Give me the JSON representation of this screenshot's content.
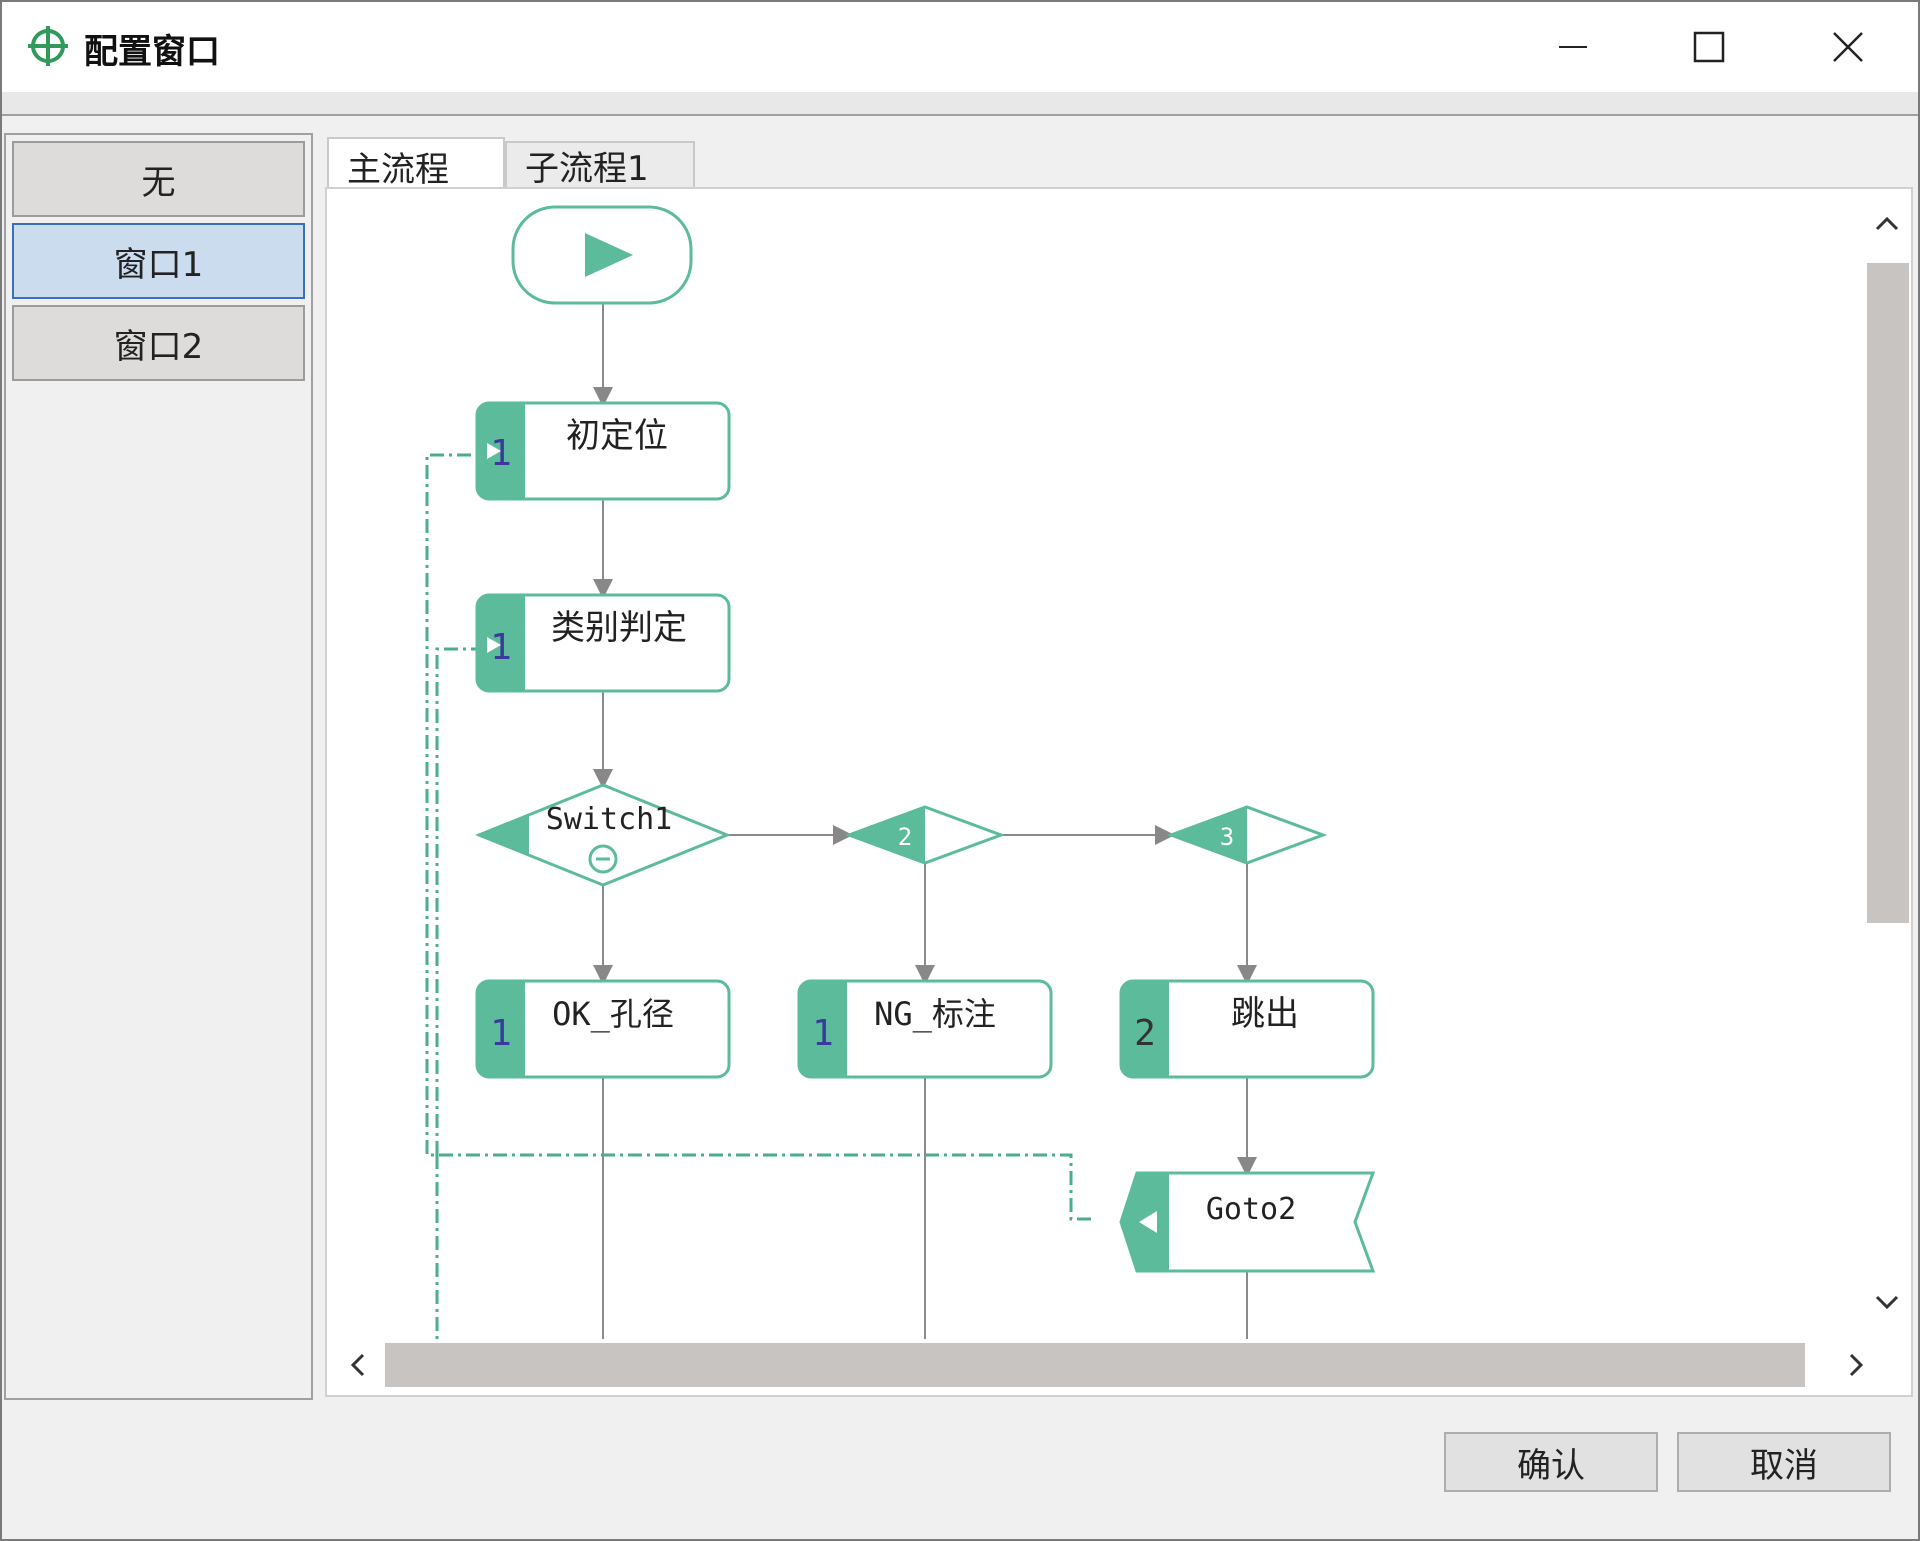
{
  "window": {
    "title": "配置窗口",
    "icon": "crosshair-icon",
    "controls": [
      "minimize-icon",
      "maximize-icon",
      "close-icon"
    ]
  },
  "sidebar": {
    "items": [
      {
        "label": "无",
        "selected": false
      },
      {
        "label": "窗口1",
        "selected": true
      },
      {
        "label": "窗口2",
        "selected": false
      }
    ]
  },
  "tabs": [
    {
      "label": "主流程",
      "active": true
    },
    {
      "label": "子流程1",
      "active": false
    }
  ],
  "flow": {
    "start_icon": "play-icon",
    "nodes": {
      "init": {
        "label": "初定位",
        "badge": "1"
      },
      "classify": {
        "label": "类别判定",
        "badge": "1"
      },
      "switch": {
        "label": "Switch1"
      },
      "case2": {
        "label": "2"
      },
      "case3": {
        "label": "3"
      },
      "ok": {
        "label": "OK_孔径",
        "badge": "1"
      },
      "ng": {
        "label": "NG_标注",
        "badge": "1"
      },
      "exit": {
        "label": "跳出",
        "badge": "2"
      },
      "goto": {
        "label": "Goto2"
      }
    }
  },
  "buttons": {
    "confirm": "确认",
    "cancel": "取消"
  },
  "colors": {
    "accent": "#5bbb9b",
    "selected_bg": "#cadcee",
    "selected_border": "#3b6fb6",
    "badge_text": "#3a3a9a"
  }
}
